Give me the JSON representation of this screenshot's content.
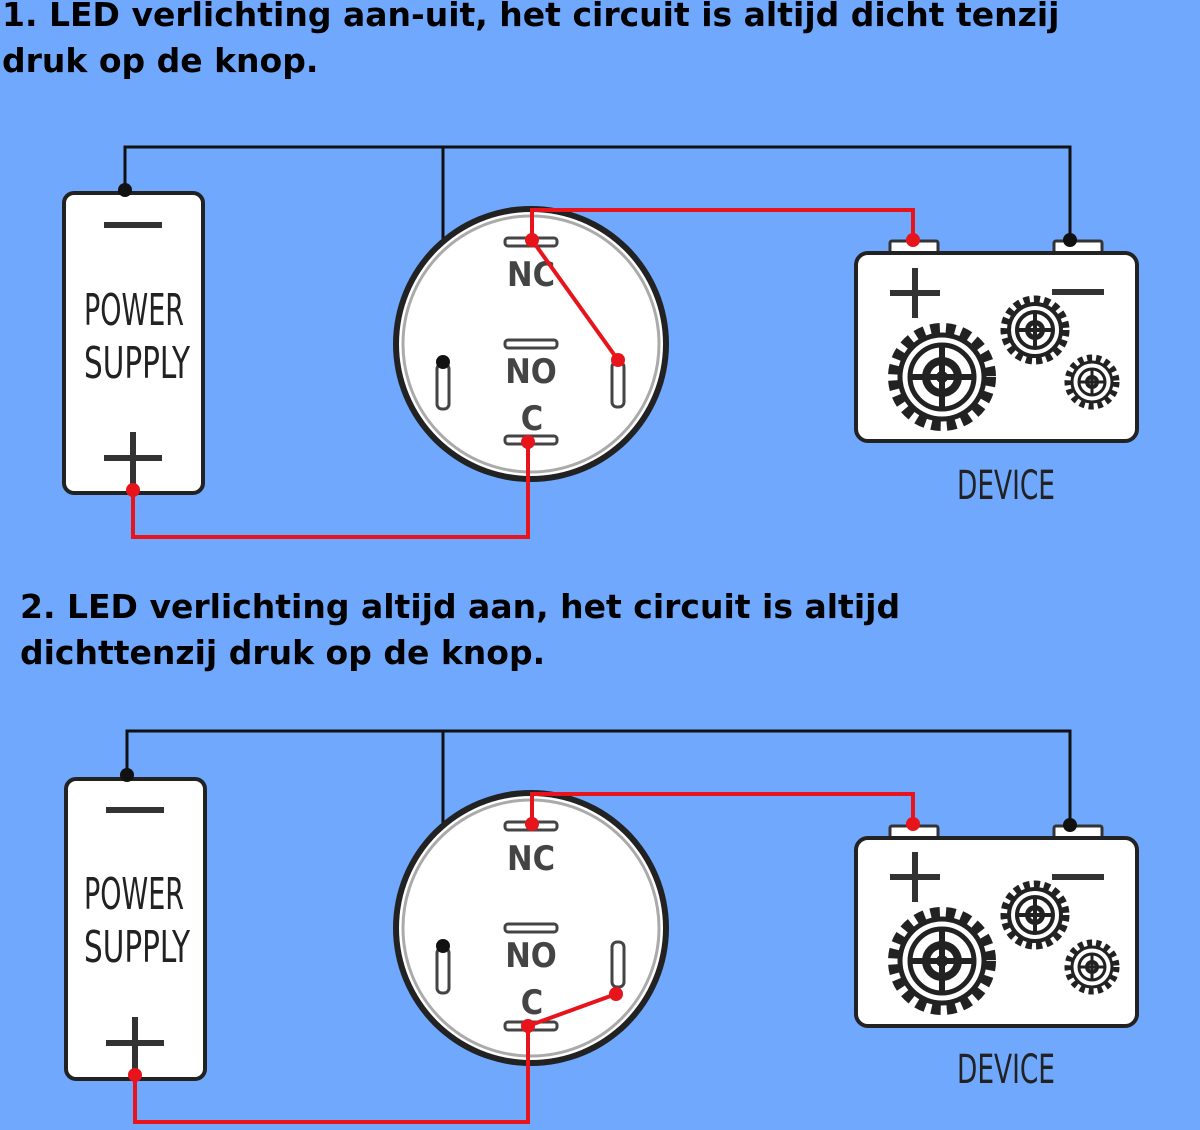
{
  "headings": {
    "first": {
      "line1": "1. LED verlichting aan-uit, het circuit is altijd dicht tenzij",
      "line2": "druk op de knop."
    },
    "second": {
      "line1": "2. LED verlichting altijd aan, het circuit is altijd",
      "line2": "dichttenzij druk op de knop."
    }
  },
  "labels": {
    "power_line1": "POWER",
    "power_line2": "SUPPLY",
    "terminal_nc": "NC",
    "terminal_no": "NO",
    "terminal_c": "C",
    "device": "DEVICE"
  },
  "colors": {
    "background": "#6fa8fc",
    "wire_negative": "#111111",
    "wire_positive": "#e8141c",
    "component_fill": "#ffffff"
  }
}
